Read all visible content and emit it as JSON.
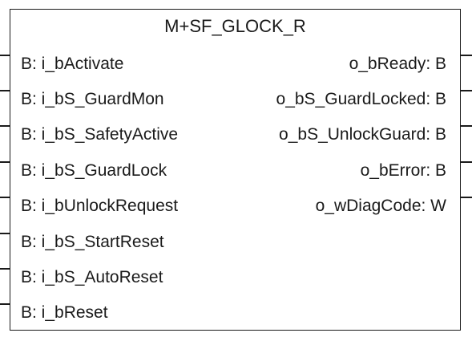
{
  "block": {
    "title": "M+SF_GLOCK_R",
    "inputs": [
      "B: i_bActivate",
      "B: i_bS_GuardMon",
      "B: i_bS_SafetyActive",
      "B: i_bS_GuardLock",
      "B: i_bUnlockRequest",
      "B: i_bS_StartReset",
      "B: i_bS_AutoReset",
      "B: i_bReset"
    ],
    "outputs": [
      "o_bReady: B",
      "o_bS_GuardLocked: B",
      "o_bS_UnlockGuard: B",
      "o_bError: B",
      "o_wDiagCode: W"
    ]
  }
}
